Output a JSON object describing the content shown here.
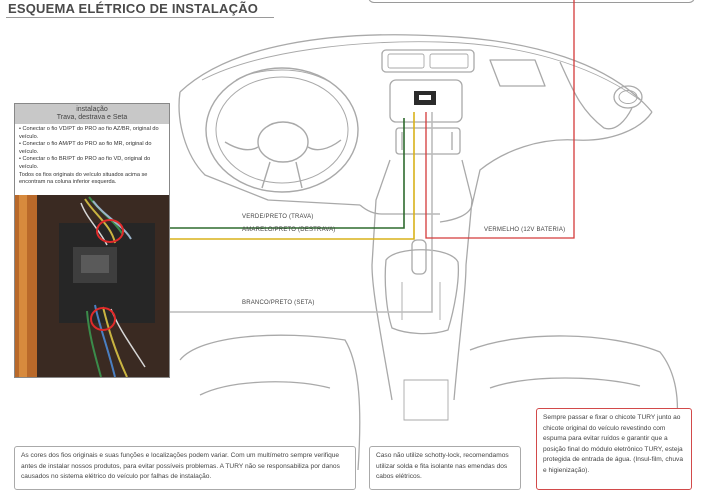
{
  "header": {
    "title": "ESQUEMA ELÉTRICO DE INSTALAÇÃO"
  },
  "install_box": {
    "heading_line1": "instalação",
    "heading_line2": "Trava, destrava e Seta",
    "instructions": [
      "• Conectar o fio VD/PT do PRO ao fio AZ/BR, original do veículo.",
      "• Conectar o fio AM/PT do PRO ao fio MR, original do veículo.",
      "• Conectar o fio BR/PT do PRO ao fio VD, original do veículo.",
      "Todos os fios originais do veículo situados acima se encontram na coluna inferior esquerda."
    ]
  },
  "wires": {
    "verde": "VERDE/PRETO (TRAVA)",
    "amarelo": "AMARELO/PRETO (DESTRAVA)",
    "branco": "BRANCO/PRETO (SETA)",
    "vermelho": "VERMELHO (12V BATERIA)"
  },
  "colors": {
    "green": "#2e6b2e",
    "yellow": "#d9b21a",
    "white_wire": "#b9b9b9",
    "red": "#d43a3a",
    "outline": "#a9a9a9"
  },
  "notes": {
    "left": "As cores dos fios originais e suas funções e localizações podem variar. Com um multímetro sempre verifique antes de instalar nossos produtos, para evitar possíveis problemas. A TURY não se responsabiliza por danos causados no sistema elétrico do veículo por falhas de instalação.",
    "middle": "Caso não utilize schotty-lock, recomendamos utilizar solda e fita isolante nas emendas dos cabos elétricos.",
    "right": "Sempre passar e fixar o chicote TURY junto ao chicote original do veículo revestindo com espuma para evitar ruídos e garantir que a posição final do módulo eletrônico TURY, esteja protegida de entrada de água. (Insul-film, chuva e higienização)."
  }
}
